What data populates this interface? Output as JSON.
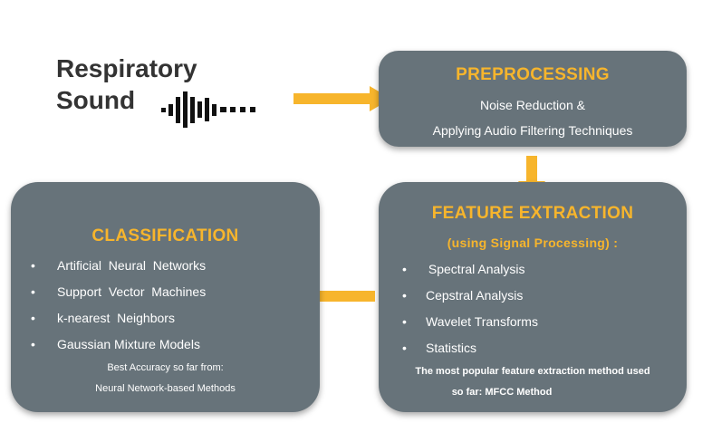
{
  "input": {
    "title_line1": "Respiratory",
    "title_line2": "Sound"
  },
  "preprocessing": {
    "title": "PREPROCESSING",
    "line1": "Noise Reduction &",
    "line2": "Applying Audio Filtering Techniques"
  },
  "feature_extraction": {
    "title": "FEATURE EXTRACTION",
    "subtitle": "(using Signal Processing) :",
    "bullet": "•",
    "items": [
      " Spectral Analysis",
      "Cepstral Analysis",
      "Wavelet Transforms",
      "Statistics"
    ],
    "note_line1": "The most popular feature extraction method used",
    "note_line2": "so far:  MFCC Method"
  },
  "classification": {
    "title": "CLASSIFICATION",
    "bullet": "•",
    "items": [
      "Artificial  Neural  Networks",
      "Support  Vector  Machines",
      "k-nearest  Neighbors",
      "Gaussian Mixture Models"
    ],
    "note_line1": "Best Accuracy so far from:",
    "note_line2": "Neural Network-based Methods"
  },
  "colors": {
    "box": "#67737a",
    "accent": "#f7b52c",
    "title_text": "#333333"
  },
  "icons": [
    "sound-wave-icon",
    "arrow-right-icon",
    "arrow-down-icon",
    "arrow-left-icon"
  ]
}
